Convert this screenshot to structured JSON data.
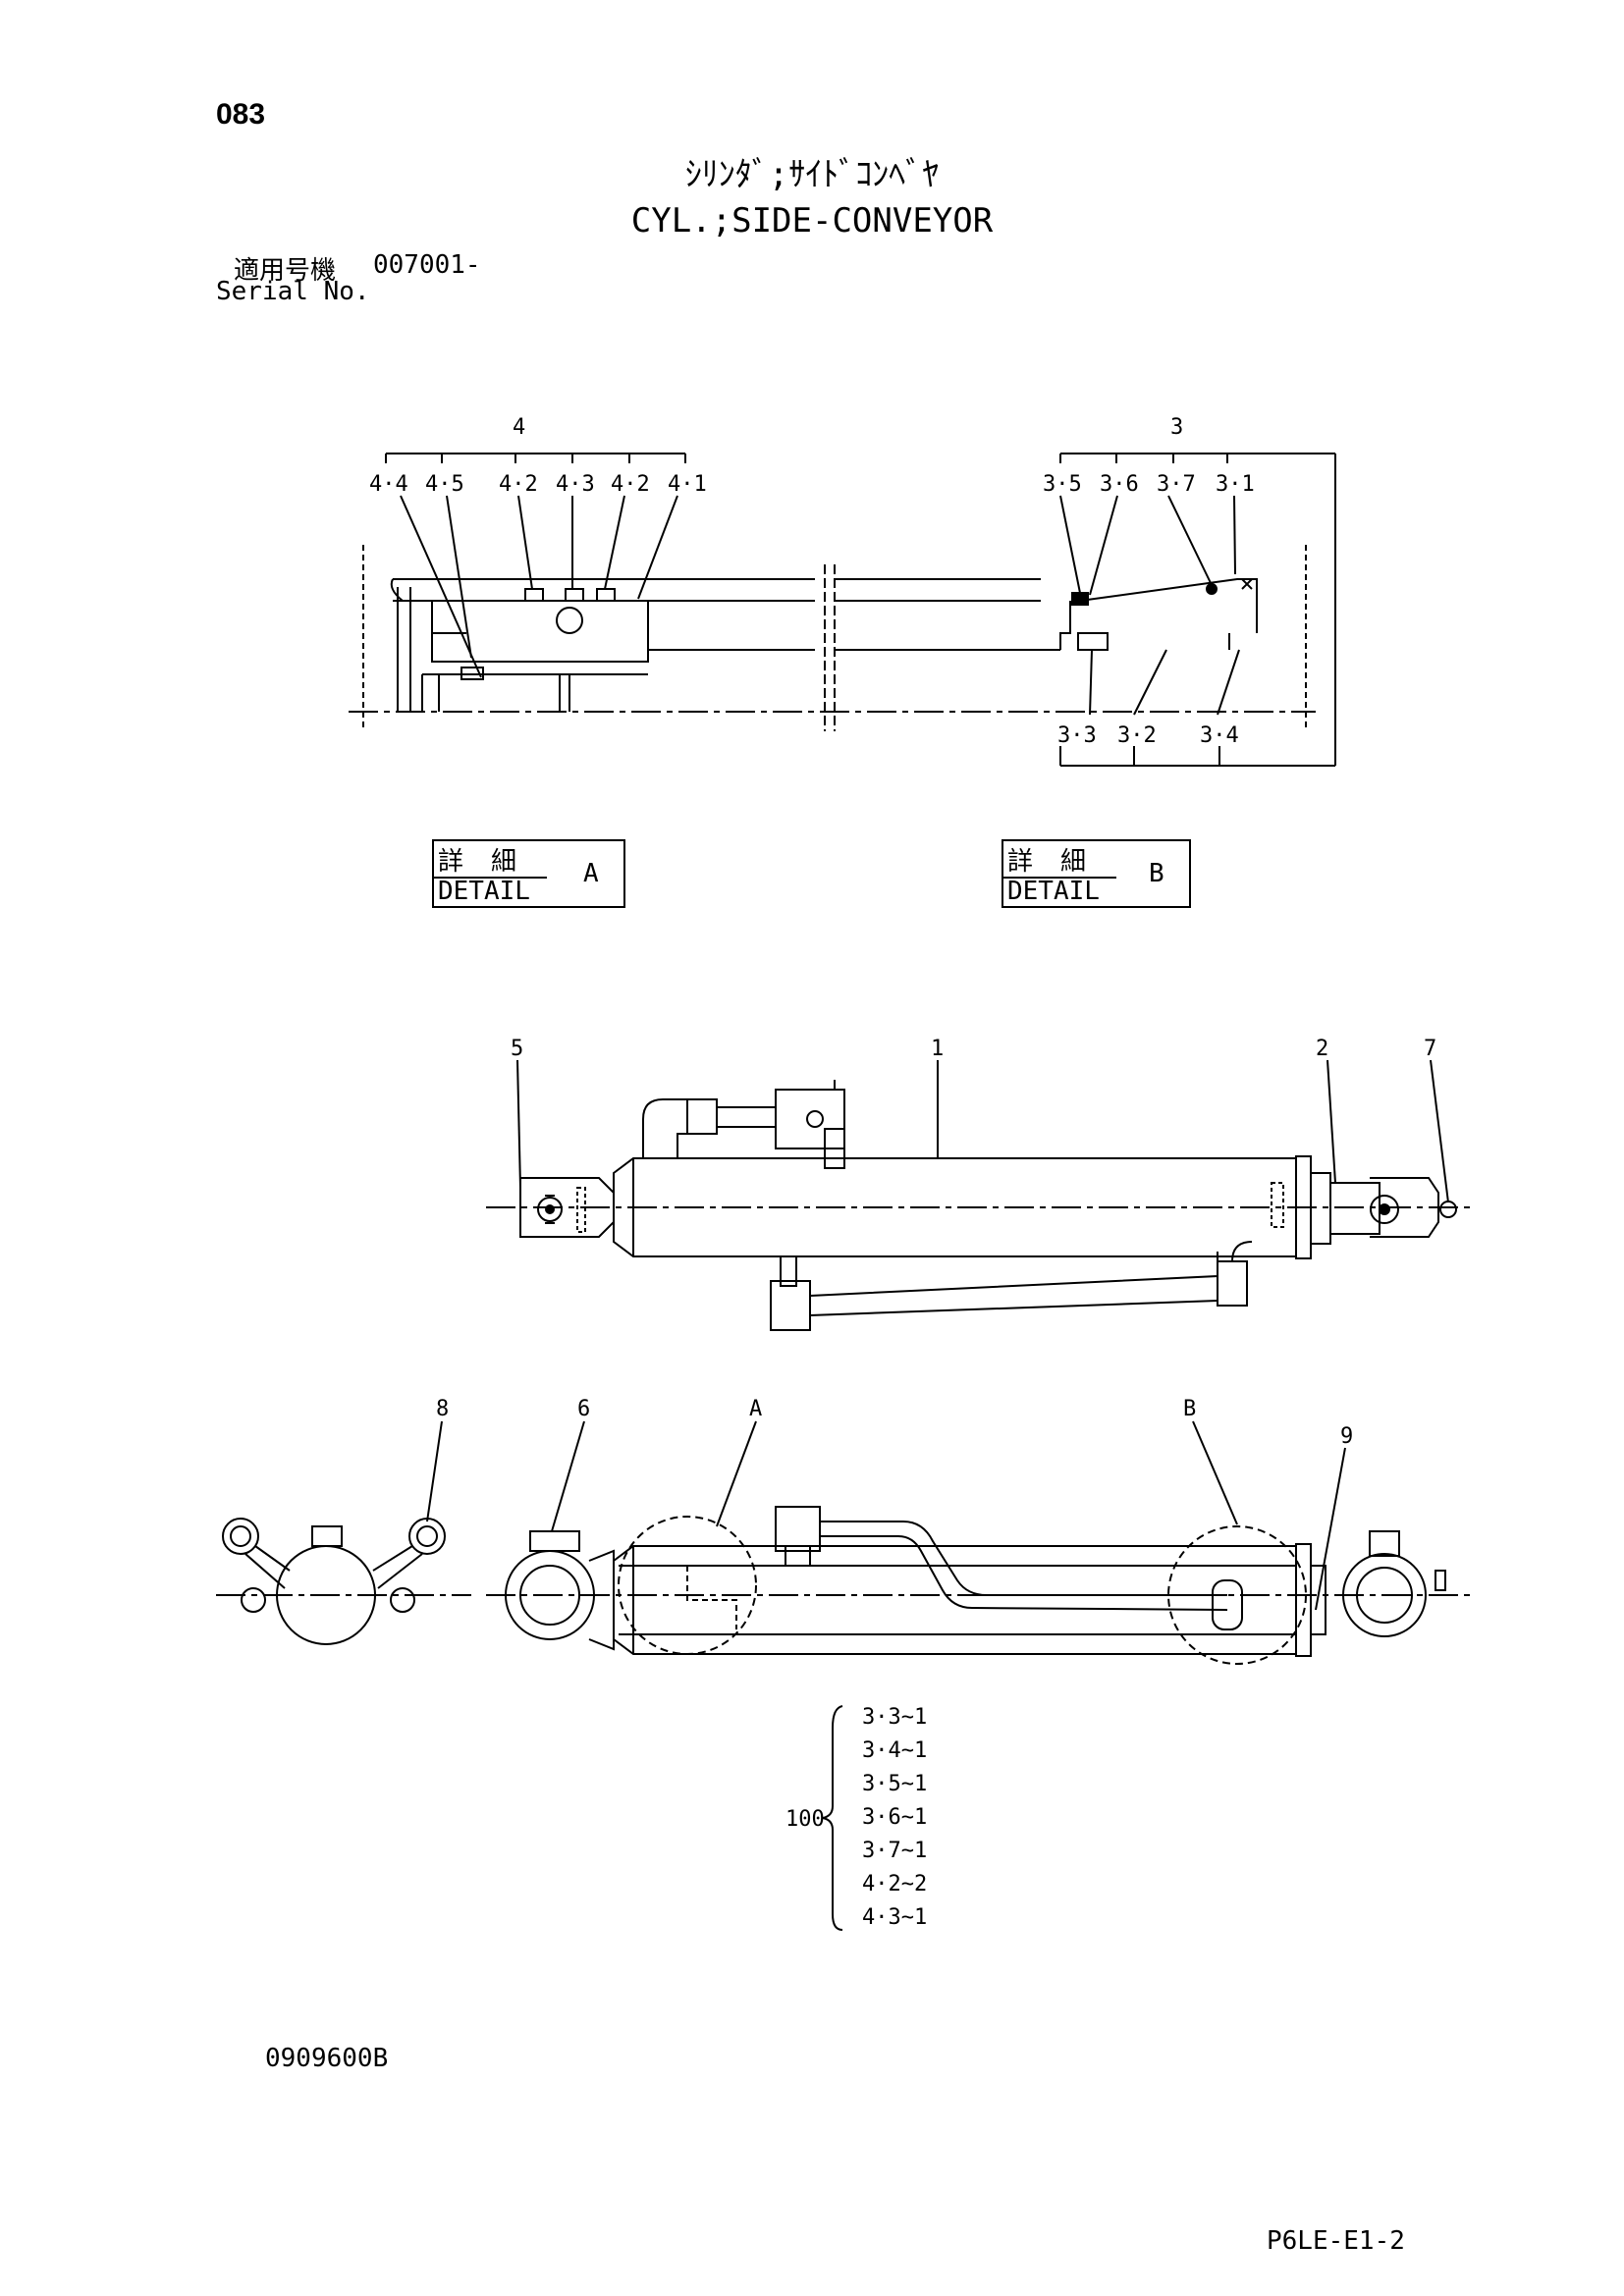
{
  "header": {
    "page_no": "083",
    "title_ja": "ｼﾘﾝﾀﾞ;ｻｲﾄﾞｺﾝﾍﾞﾔ",
    "title_en": "CYL.;SIDE-CONVEYOR",
    "serial_label_ja": "適用号機",
    "serial_value": "007001-",
    "serial_label_en": "Serial No."
  },
  "detail_a": {
    "ja": "詳細",
    "en": "DETAIL",
    "key": "A",
    "group_label": "4",
    "parts": [
      "4·4",
      "4·5",
      "4·2",
      "4·3",
      "4·2",
      "4·1"
    ]
  },
  "detail_b": {
    "ja": "詳細",
    "en": "DETAIL",
    "key": "B",
    "group_label": "3",
    "parts_top": [
      "3·5",
      "3·6",
      "3·7",
      "3·1"
    ],
    "parts_bottom": [
      "3·3",
      "3·2",
      "3·4"
    ]
  },
  "callouts": {
    "c1": "1",
    "c2": "2",
    "c5": "5",
    "c6": "6",
    "c7": "7",
    "c8": "8",
    "c9": "9",
    "cA": "A",
    "cB": "B"
  },
  "kit": {
    "label": "100",
    "items": [
      "3·3~1",
      "3·4~1",
      "3·5~1",
      "3·6~1",
      "3·7~1",
      "4·2~2",
      "4·3~1"
    ]
  },
  "footer": {
    "drawing_no": "0909600B",
    "page_code": "P6LE-E1-2"
  }
}
